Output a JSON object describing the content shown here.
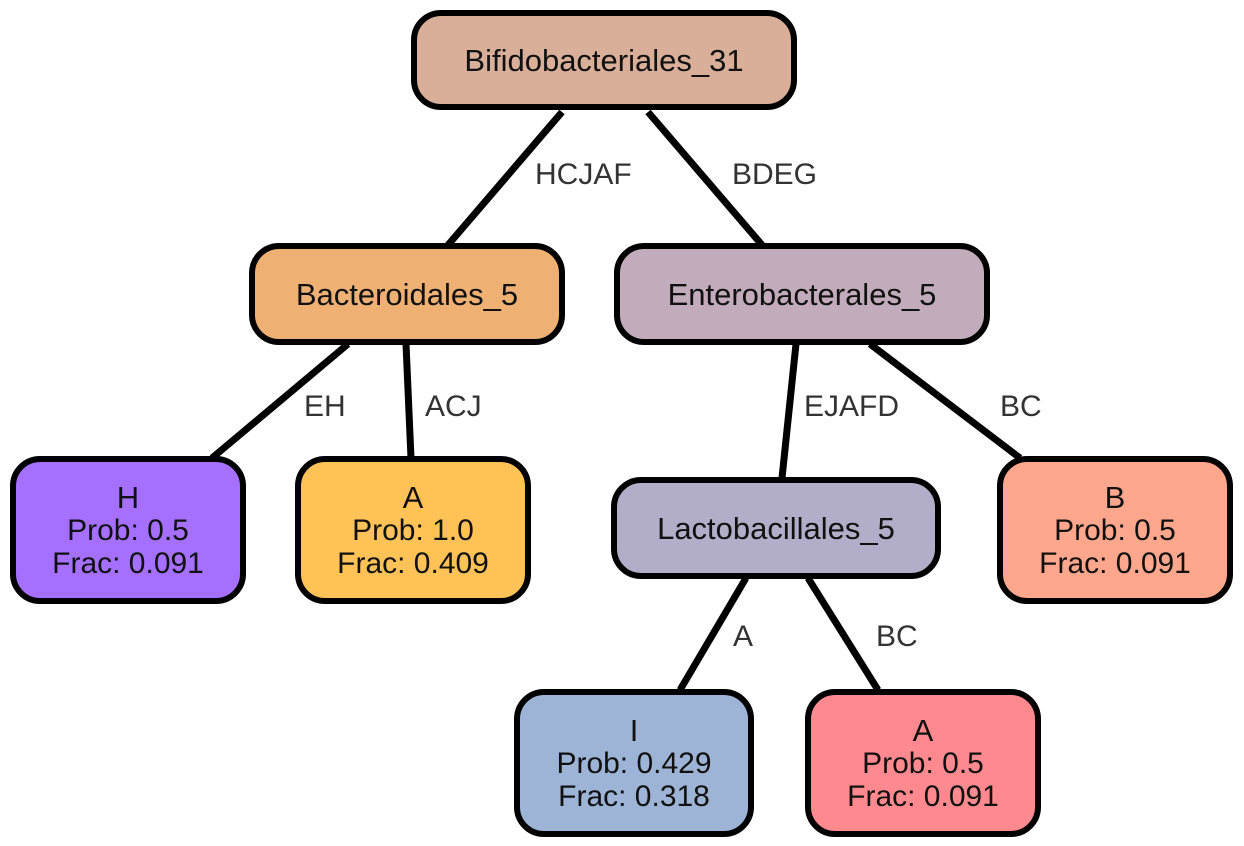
{
  "nodes": {
    "root": {
      "label": "Bifidobacteriales_31",
      "color": "#d9af9a"
    },
    "bacteroidales": {
      "label": "Bacteroidales_5",
      "color": "#efb173"
    },
    "enterobacterales": {
      "label": "Enterobacterales_5",
      "color": "#c2abba"
    },
    "leaf_h": {
      "label": "H",
      "prob": "Prob: 0.5",
      "frac": "Frac: 0.091",
      "color": "#a56fff"
    },
    "leaf_a1": {
      "label": "A",
      "prob": "Prob: 1.0",
      "frac": "Frac: 0.409",
      "color": "#fec257"
    },
    "lactobacillales": {
      "label": "Lactobacillales_5",
      "color": "#b2adc8"
    },
    "leaf_b": {
      "label": "B",
      "prob": "Prob: 0.5",
      "frac": "Frac: 0.091",
      "color": "#fea78c"
    },
    "leaf_i": {
      "label": "I",
      "prob": "Prob: 0.429",
      "frac": "Frac: 0.318",
      "color": "#9db4d6"
    },
    "leaf_a2": {
      "label": "A",
      "prob": "Prob: 0.5",
      "frac": "Frac: 0.091",
      "color": "#fe898e"
    }
  },
  "edges": {
    "root_bacteroidales": "HCJAF",
    "root_enterobacterales": "BDEG",
    "bacteroidales_h": "EH",
    "bacteroidales_a1": "ACJ",
    "enterobacterales_lactobacillales": "EJAFD",
    "enterobacterales_b": "BC",
    "lactobacillales_i": "A",
    "lactobacillales_a2": "BC"
  }
}
